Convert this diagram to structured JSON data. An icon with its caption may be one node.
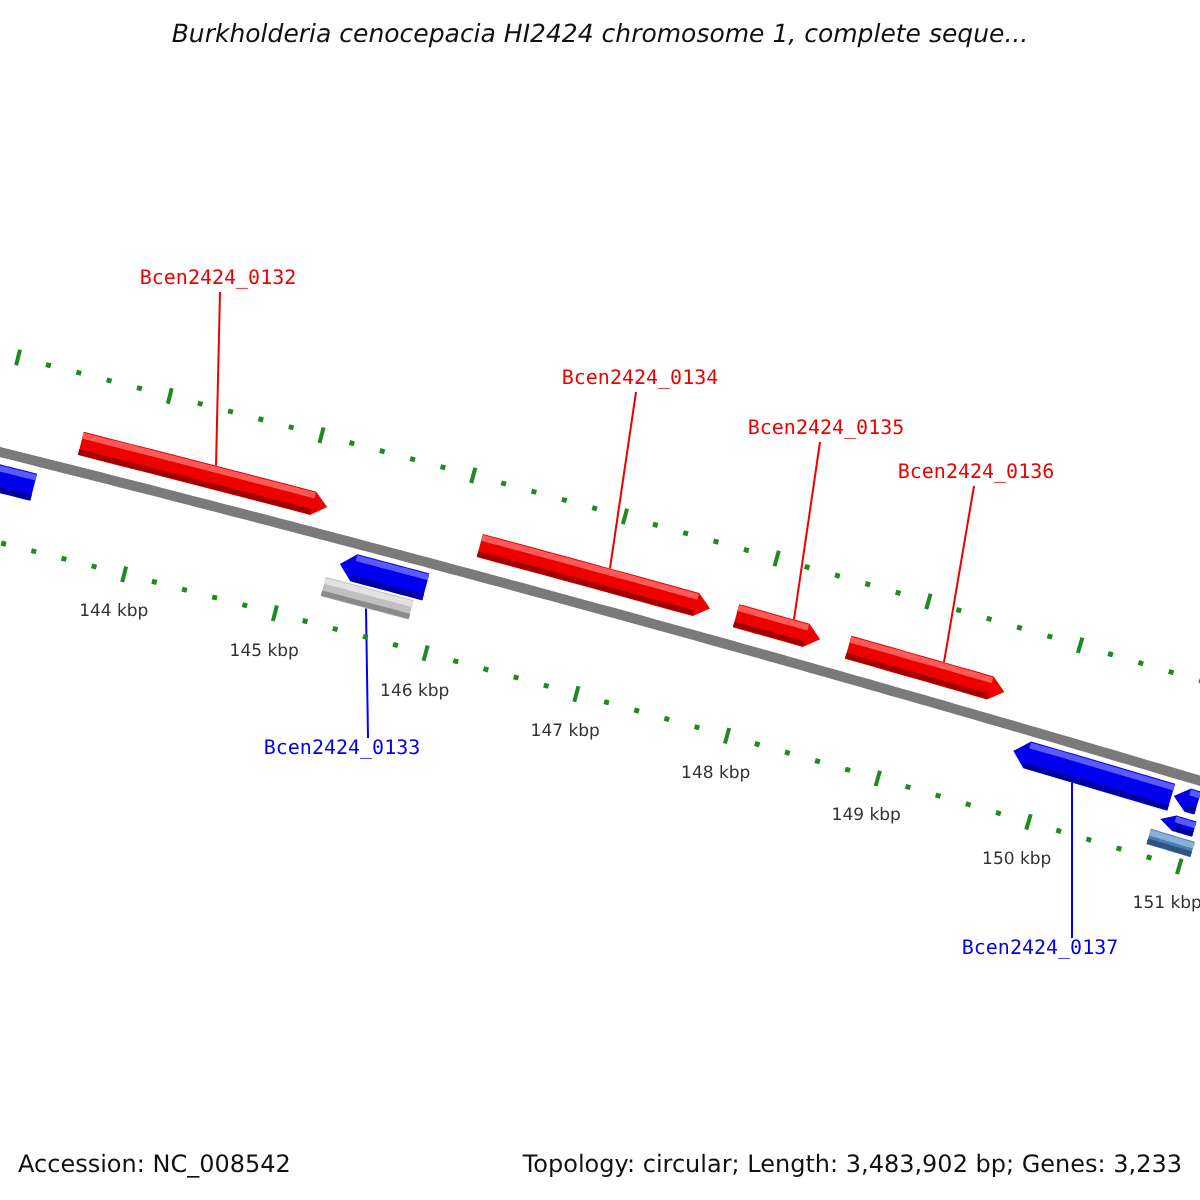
{
  "diagram": {
    "title": "Burkholderia cenocepacia HI2424 chromosome 1, complete seque...",
    "nodes": [
      {
        "text": [
          "Bcen2424_0132"
        ]
      },
      {
        "text": [
          "Bcen2424_0134"
        ]
      },
      {
        "text": [
          "Bcen2424_0135"
        ]
      },
      {
        "text": [
          "Bcen2424_0136"
        ]
      },
      {
        "text": [],
        "shape": "arrow"
      },
      {
        "text": [],
        "shape": "arrow"
      },
      {
        "text": [],
        "shape": "arrow"
      },
      {
        "text": [],
        "shape": "bar"
      },
      {
        "text": [],
        "shape": "arrow"
      },
      {
        "text": [],
        "shape": "arrow"
      },
      {
        "text": [],
        "shape": "arrow"
      },
      {
        "text": [],
        "shape": "arrow"
      },
      {
        "text": [],
        "shape": "arrow"
      },
      {
        "text": [],
        "shape": "arrow"
      },
      {
        "text": [],
        "shape": "bar"
      },
      {
        "text": [
          "Bcen2424_0133"
        ]
      },
      {
        "text": [
          "Bcen2424_0137"
        ]
      }
    ],
    "edges": [
      {
        "from": 0,
        "to": 5,
        "arrow": "none"
      },
      {
        "from": 1,
        "to": 8,
        "arrow": "none"
      },
      {
        "from": 2,
        "to": 9,
        "arrow": "none"
      },
      {
        "from": 3,
        "to": 10,
        "arrow": "none"
      },
      {
        "from": 15,
        "to": 7,
        "arrow": "none",
        "color": "#0000ff"
      },
      {
        "from": 16,
        "to": 11,
        "arrow": "none",
        "color": "#0000ff"
      }
    ],
    "labels": [
      "144 kbp",
      "145 kbp",
      "146 kbp",
      "147 kbp",
      "148 kbp",
      "149 kbp",
      "150 kbp",
      "151 kbp",
      "Accession: NC_008542",
      "Topology: circular; Length: 3,483,902 bp; Genes: 3,233"
    ]
  }
}
